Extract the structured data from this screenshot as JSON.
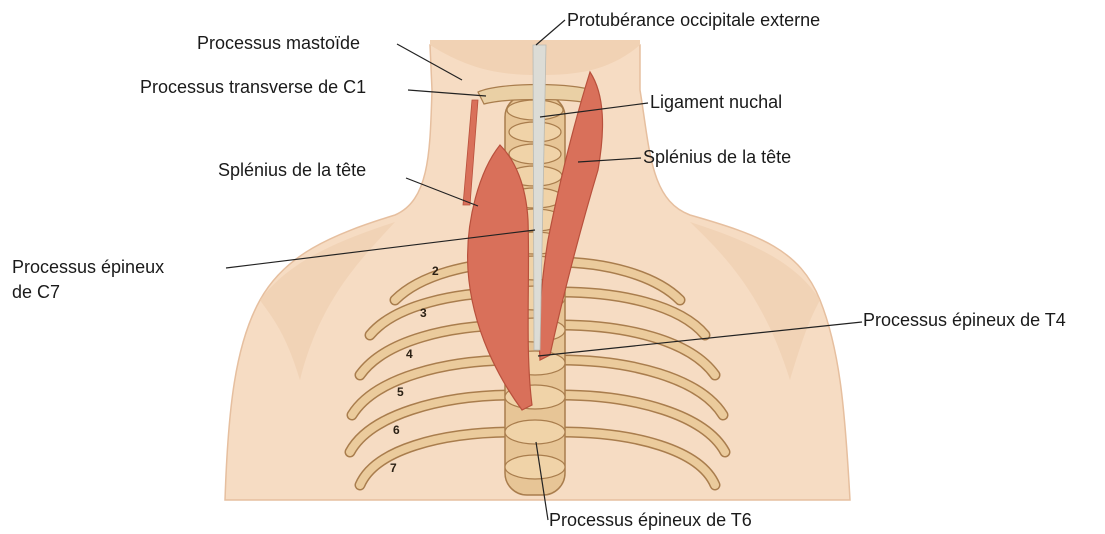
{
  "labels": {
    "mastoid": "Processus mastoïde",
    "occipital": "Protubérance occipitale externe",
    "transverse_c1": "Processus transverse de C1",
    "nuchal": "Ligament nuchal",
    "splenius_left": "Splénius de la tête",
    "splenius_right": "Splénius de la tête",
    "spinous_c7_line1": "Processus épineux",
    "spinous_c7_line2": "de C7",
    "spinous_t4": "Processus épineux de T4",
    "spinous_t6": "Processus épineux de T6"
  },
  "rib_numbers": [
    "2",
    "3",
    "4",
    "5",
    "6",
    "7"
  ],
  "colors": {
    "skin": "#f6dcc3",
    "skin_shadow": "#e8c3a3",
    "bone": "#e9c99a",
    "bone_edge": "#a97d4d",
    "muscle": "#d9705a",
    "muscle_dark": "#b8503c",
    "ligament": "#dcdcd6",
    "leader": "#222222"
  }
}
